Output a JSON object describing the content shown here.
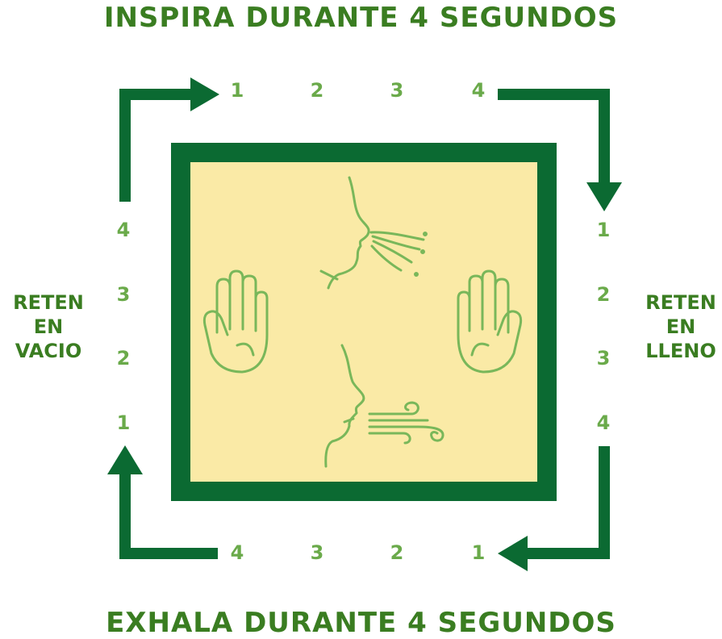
{
  "titles": {
    "top": "INSPIRA DURANTE 4 SEGUNDOS",
    "bottom": "EXHALA DURANTE 4 SEGUNDOS"
  },
  "sides": {
    "left": "RETEN\nEN\nVACIO",
    "right": "RETEN\nEN\nLLENO"
  },
  "counts": {
    "top": [
      "1",
      "2",
      "3",
      "4"
    ],
    "right": [
      "1",
      "2",
      "3",
      "4"
    ],
    "bottom": [
      "4",
      "3",
      "2",
      "1"
    ],
    "left": [
      "4",
      "3",
      "2",
      "1"
    ]
  },
  "colors": {
    "title": "#3a7d21",
    "number": "#6aaa4a",
    "dark_green": "#0b6a32",
    "box_fill": "#faeaa6",
    "icon": "#79b75a"
  },
  "icons": [
    "inhale-face-icon",
    "exhale-face-icon",
    "hand-stop-icon-left",
    "hand-stop-icon-right"
  ]
}
